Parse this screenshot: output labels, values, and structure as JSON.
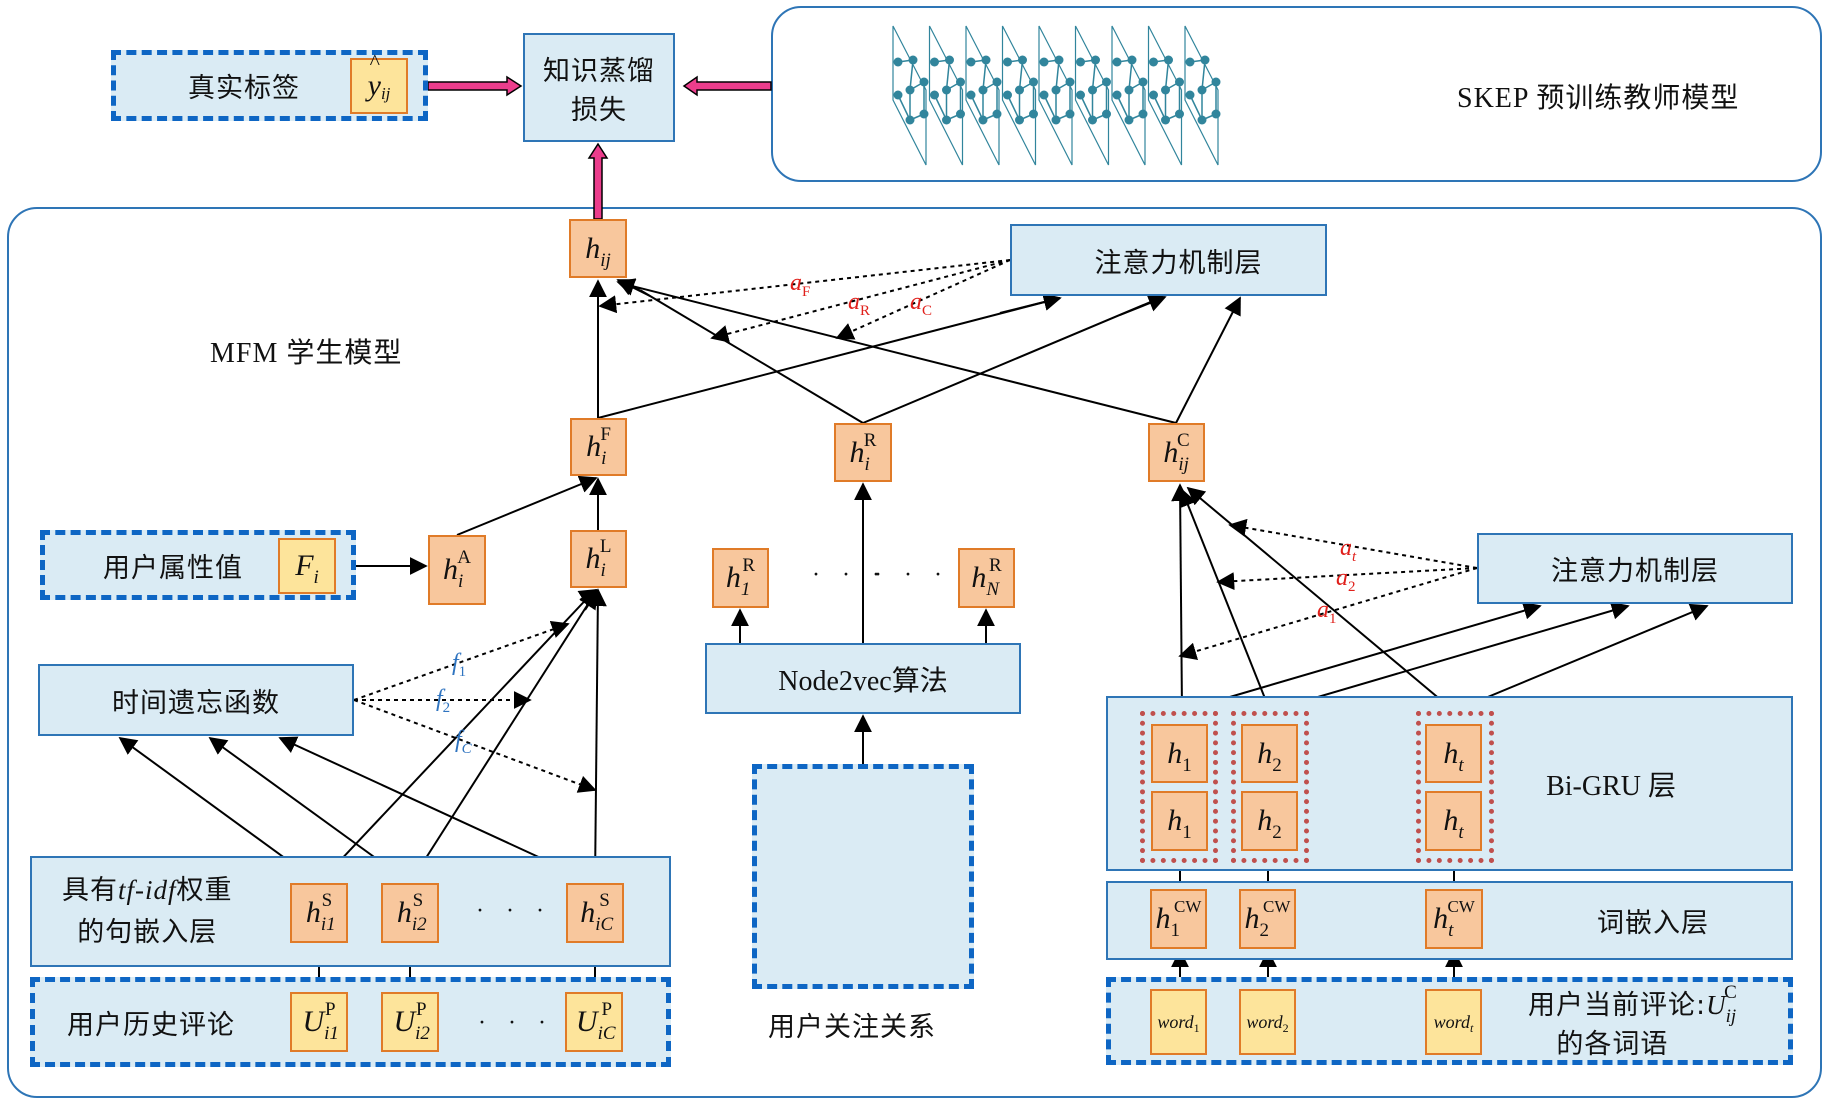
{
  "teacher": {
    "label": "SKEP 预训练教师模型",
    "planes": 9
  },
  "kd_loss": {
    "line1": "知识蒸馏",
    "line2": "损失"
  },
  "truth": {
    "label": "真实标签",
    "node": "y",
    "node_sub": "ij"
  },
  "student": {
    "label": "MFM 学生模型"
  },
  "nodes": {
    "h_ij": {
      "base": "h",
      "sub": "ij",
      "sup": ""
    },
    "h_F": {
      "base": "h",
      "sub": "i",
      "sup": "F"
    },
    "h_R": {
      "base": "h",
      "sub": "i",
      "sup": "R"
    },
    "h_C": {
      "base": "h",
      "sub": "ij",
      "sup": "C"
    },
    "h_A": {
      "base": "h",
      "sub": "i",
      "sup": "A"
    },
    "h_L": {
      "base": "h",
      "sub": "i",
      "sup": "L"
    },
    "h_1R": {
      "base": "h",
      "sub": "1",
      "sup": "R"
    },
    "h_NR": {
      "base": "h",
      "sub": "N",
      "sup": "R"
    },
    "F_i": {
      "base": "F",
      "sub": "i"
    }
  },
  "attention_top": {
    "label": "注意力机制层",
    "weights": [
      "a",
      "a",
      "a"
    ],
    "weight_subs": [
      "F",
      "R",
      "C"
    ]
  },
  "attention_right": {
    "label": "注意力机制层",
    "weights": [
      "a",
      "a",
      "a"
    ],
    "weight_subs": [
      "t",
      "2",
      "1"
    ]
  },
  "user_attr": {
    "label": "用户属性值"
  },
  "time_forget": {
    "label": "时间遗忘函数",
    "fs": [
      {
        "b": "f",
        "s": "1"
      },
      {
        "b": "f",
        "s": "2"
      },
      {
        "b": "f",
        "s": "C"
      }
    ]
  },
  "sentence_layer": {
    "line1_pre": "具有",
    "line1_em": "tf-idf",
    "line1_post": "权重",
    "line2": "的句嵌入层",
    "nodes": [
      {
        "b": "h",
        "s": "i1",
        "sup": "S"
      },
      {
        "b": "h",
        "s": "i2",
        "sup": "S"
      },
      {
        "b": "h",
        "s": "iC",
        "sup": "S"
      }
    ]
  },
  "history": {
    "label": "用户历史评论",
    "nodes": [
      {
        "b": "U",
        "s": "i1",
        "sup": "P"
      },
      {
        "b": "U",
        "s": "i2",
        "sup": "P"
      },
      {
        "b": "U",
        "s": "iC",
        "sup": "P"
      }
    ]
  },
  "ellipsis": "· · ·",
  "node2vec": {
    "label": "Node2vec算法"
  },
  "follow": {
    "label": "用户关注关系"
  },
  "bigru": {
    "label": "Bi-GRU 层",
    "top": [
      {
        "b": "h",
        "s": "1"
      },
      {
        "b": "h",
        "s": "2"
      },
      {
        "b": "h",
        "s": "t"
      }
    ],
    "bottom": [
      {
        "b": "h",
        "s": "1"
      },
      {
        "b": "h",
        "s": "2"
      },
      {
        "b": "h",
        "s": "t"
      }
    ]
  },
  "word_embed": {
    "label": "词嵌入层",
    "nodes": [
      {
        "b": "h",
        "s": "1",
        "sup": "CW"
      },
      {
        "b": "h",
        "s": "2",
        "sup": "CW"
      },
      {
        "b": "h",
        "s": "t",
        "sup": "CW"
      }
    ]
  },
  "current_review": {
    "line1": "用户当前评论:",
    "sym": "U",
    "sym_sub": "ij",
    "sym_sup": "C",
    "line2": "的各词语",
    "words": [
      {
        "b": "word",
        "s": "1"
      },
      {
        "b": "word",
        "s": "2"
      },
      {
        "b": "word",
        "s": "t"
      }
    ]
  },
  "colors": {
    "kd_arrow": "#ec3d8c",
    "box_fill": "#daebf4",
    "box_border": "#2e75b6",
    "node_fill": "#f8c79d",
    "input_fill": "#fde49b",
    "graph_node": "#00b0f0",
    "teacher": "#31859c",
    "attn_weight": "#e0201b",
    "forget_weight": "#2f74c0"
  }
}
